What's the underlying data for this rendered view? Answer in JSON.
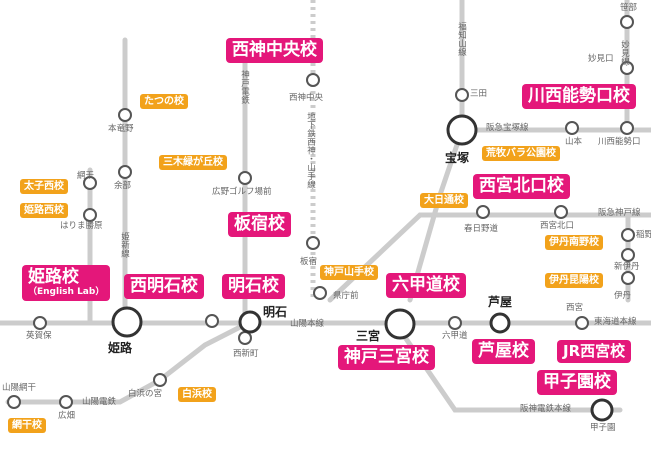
{
  "schools": {
    "nishijin_chuo": "西神中央校",
    "itayado": "板宿校",
    "nishi_akashi": "西明石校",
    "akashi": "明石校",
    "himeji": "姫路校",
    "himeji_sub": "（English Lab）",
    "rokkomichi": "六甲道校",
    "kobe_sannomiya": "神戸三宮校",
    "ashiya": "芦屋校",
    "nishinomiya_kitaguchi": "西宮北口校",
    "kawanishi_noseguchi": "川西能勢口校",
    "koshien": "甲子園校",
    "tatsuno": "たつの校",
    "miki_midorigaoka": "三木緑が丘校",
    "taishi_nishi": "太子西校",
    "himeji_nishi": "姫路西校",
    "shirahama": "白浜校",
    "aboshi": "網干校",
    "kobe_yamate": "神戸山手校",
    "aramaki_bara": "荒牧バラ公園校",
    "ohashi_dori": "大日通校",
    "itami_minami_no": "伊丹南野校",
    "itami_konyo": "伊丹昆陽校",
    "jr_nishinomiya": "JR西宮校"
  },
  "stations": {
    "sasabe": "笹部",
    "myokenguchi": "妙見口",
    "kawanishi_noseguchi": "川西能勢口",
    "sanda": "三田",
    "yamamoto": "山本",
    "nishinomiya_kitaguchi": "西宮北口",
    "kasugano_michi": "春日野道",
    "nishinomiya": "西宮",
    "inagaki": "稲野",
    "shin_itami": "新伊丹",
    "itami": "伊丹",
    "seishin_chuo": "西神中央",
    "moto_tatsuno": "本竜野",
    "yoshio": "余部",
    "aboshi_top": "網干",
    "harima_katsuhara": "はりま勝原",
    "hiroshi_golf": "広野ゴルフ場前",
    "itayado": "板宿",
    "kencho_mae": "県庁前",
    "eiga_ho": "英賀保",
    "nishi_shinmachi": "西新町",
    "shirahama_no_miya": "白浜の宮",
    "sanyo_aboshi": "山陽網干",
    "hirohata": "広畑",
    "rokkomichi": "六甲道",
    "koshien": "甲子園",
    "himeji": "姫路",
    "akashi": "明石",
    "sannomiya": "三宮",
    "takarazuka": "宝塚",
    "ashiya": "芦屋"
  },
  "lines": {
    "fukuchiyama": "福知山線",
    "myoken": "妙見線",
    "hankyu_takarazuka": "阪急宝塚線",
    "hankyu_kobe": "阪急神戸線",
    "kobe_dentetsu": "神戸電鉄",
    "subway": "地下鉄西神・山手線",
    "kishin": "姫新線",
    "sanyo_honsen": "山陽本線",
    "sanyo_dentetsu": "山陽電鉄",
    "tokaido_honsen": "東海道本線",
    "hanshin_honsen": "阪神電鉄本線"
  },
  "colors": {
    "magenta": "#e4177a",
    "orange": "#f2a21b",
    "line_gray": "#c8c8c8"
  }
}
